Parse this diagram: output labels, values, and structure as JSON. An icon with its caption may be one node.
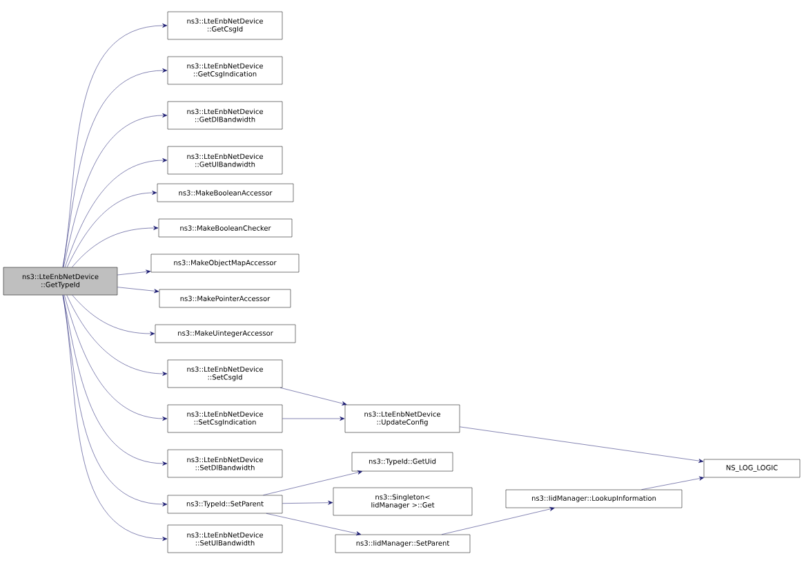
{
  "diagram": {
    "nodes": [
      {
        "text": [
          "ns3::LteEnbNetDevice ::GetTypeId"
        ]
      },
      {
        "text": [
          "ns3::LteEnbNetDevice ::GetCsgId"
        ]
      },
      {
        "text": [
          "ns3::LteEnbNetDevice ::GetCsgIndication"
        ]
      },
      {
        "text": [
          "ns3::LteEnbNetDevice ::GetDlBandwidth"
        ]
      },
      {
        "text": [
          "ns3::LteEnbNetDevice ::GetUlBandwidth"
        ]
      },
      {
        "text": [
          "ns3::MakeBooleanAccessor"
        ]
      },
      {
        "text": [
          "ns3::MakeBooleanChecker"
        ]
      },
      {
        "text": [
          "ns3::MakeObjectMapAccessor"
        ]
      },
      {
        "text": [
          "ns3::MakePointerAccessor"
        ]
      },
      {
        "text": [
          "ns3::MakeUintegerAccessor"
        ]
      },
      {
        "text": [
          "ns3::LteEnbNetDevice ::SetCsgId"
        ]
      },
      {
        "text": [
          "ns3::LteEnbNetDevice ::SetCsgIndication"
        ]
      },
      {
        "text": [
          "ns3::LteEnbNetDevice ::SetDlBandwidth"
        ]
      },
      {
        "text": [
          "ns3::TypeId::SetParent"
        ]
      },
      {
        "text": [
          "ns3::LteEnbNetDevice ::SetUlBandwidth"
        ]
      },
      {
        "text": [
          "ns3::LteEnbNetDevice ::UpdateConfig"
        ]
      },
      {
        "text": [
          "ns3::TypeId::GetUid"
        ]
      },
      {
        "text": [
          "ns3::Singleton< IidManager >::Get"
        ]
      },
      {
        "text": [
          "ns3::IidManager::SetParent"
        ]
      },
      {
        "text": [
          "ns3::IidManager::LookupInformation"
        ]
      },
      {
        "text": [
          "NS_LOG_LOGIC"
        ]
      }
    ],
    "edges": [
      {
        "from": 0,
        "to": 1,
        "arrow": "to"
      },
      {
        "from": 0,
        "to": 2,
        "arrow": "to"
      },
      {
        "from": 0,
        "to": 3,
        "arrow": "to"
      },
      {
        "from": 0,
        "to": 4,
        "arrow": "to"
      },
      {
        "from": 0,
        "to": 5,
        "arrow": "to"
      },
      {
        "from": 0,
        "to": 6,
        "arrow": "to"
      },
      {
        "from": 0,
        "to": 7,
        "arrow": "to"
      },
      {
        "from": 0,
        "to": 8,
        "arrow": "to"
      },
      {
        "from": 0,
        "to": 9,
        "arrow": "to"
      },
      {
        "from": 0,
        "to": 10,
        "arrow": "to"
      },
      {
        "from": 0,
        "to": 11,
        "arrow": "to"
      },
      {
        "from": 0,
        "to": 12,
        "arrow": "to"
      },
      {
        "from": 0,
        "to": 13,
        "arrow": "to"
      },
      {
        "from": 0,
        "to": 14,
        "arrow": "to"
      },
      {
        "from": 10,
        "to": 15,
        "arrow": "to"
      },
      {
        "from": 11,
        "to": 15,
        "arrow": "to"
      },
      {
        "from": 15,
        "to": 20,
        "arrow": "to"
      },
      {
        "from": 13,
        "to": 16,
        "arrow": "to"
      },
      {
        "from": 13,
        "to": 17,
        "arrow": "to"
      },
      {
        "from": 13,
        "to": 18,
        "arrow": "to"
      },
      {
        "from": 18,
        "to": 19,
        "arrow": "to"
      },
      {
        "from": 19,
        "to": 20,
        "arrow": "to"
      }
    ]
  }
}
